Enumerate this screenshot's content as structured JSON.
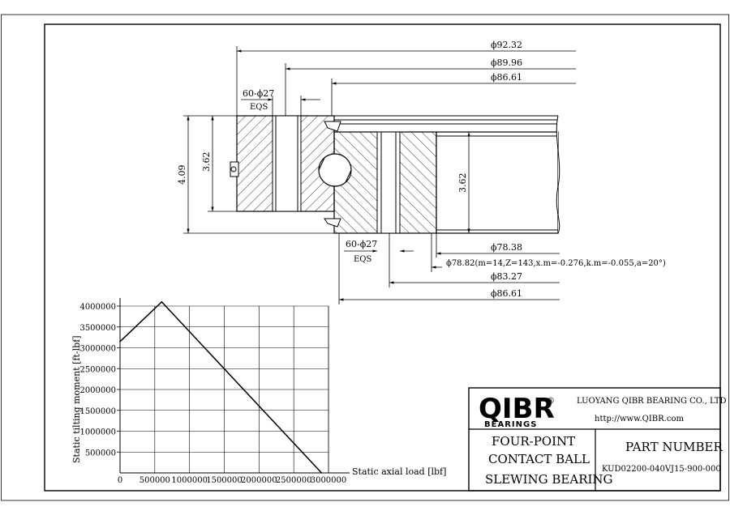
{
  "dimensions": {
    "top": [
      "ϕ92.32",
      "ϕ89.96",
      "ϕ86.61"
    ],
    "holes_outer": {
      "count": "60-ϕ27",
      "spacing": "EQS"
    },
    "holes_inner": {
      "count": "60-ϕ27",
      "spacing": "EQS"
    },
    "height_outer": "4.09",
    "height_ring": "3.62",
    "height_inner": "3.62",
    "bottom": [
      "ϕ78.38",
      "ϕ78.82(m=14,Z=143,x.m=-0.276,k.m=-0.055,a=20°)",
      "ϕ83.27",
      "ϕ86.61"
    ]
  },
  "chart_data": {
    "type": "line",
    "title": "",
    "xlabel": "Static axial load [lbf]",
    "ylabel": "Static tilting moment [ft-lbf]",
    "xlim": [
      0,
      3000000
    ],
    "ylim": [
      0,
      4000000
    ],
    "x_ticks": [
      "0",
      "500000",
      "1000000",
      "1500000",
      "2000000",
      "2500000",
      "3000000"
    ],
    "y_ticks": [
      "500000",
      "1000000",
      "1500000",
      "2000000",
      "2500000",
      "3000000",
      "3500000",
      "4000000"
    ],
    "grid": true,
    "series": [
      {
        "x": [
          0,
          600000,
          2900000
        ],
        "y": [
          3150000,
          4100000,
          0
        ]
      }
    ]
  },
  "title_block": {
    "logo_text": "QIBR",
    "logo_registered": "®",
    "logo_sub": "BEARINGS",
    "company": "LUOYANG QIBR BEARING CO., LTD",
    "website": "http://www.QIBR.com",
    "product_lines": [
      "FOUR-POINT",
      "CONTACT BALL",
      "SLEWING BEARING"
    ],
    "part_number_label": "PART NUMBER",
    "part_number": "KUD02200-040VJ15-900-000"
  }
}
